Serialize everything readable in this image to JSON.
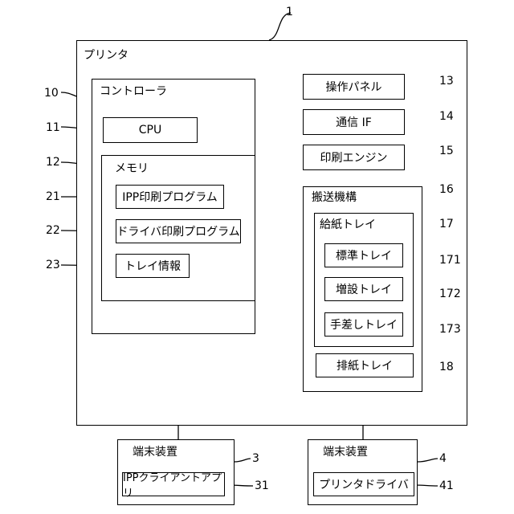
{
  "refs": {
    "printer": "1",
    "controller": "10",
    "cpu": "11",
    "memory": "12",
    "op_panel": "13",
    "comm_if": "14",
    "print_engine": "15",
    "transport": "16",
    "feed_tray": "17",
    "exit_tray": "18",
    "ipp_program": "21",
    "driver_program": "22",
    "tray_info": "23",
    "std_tray": "171",
    "ext_tray": "172",
    "manual_tray": "173",
    "terminal_a": "3",
    "terminal_b": "4",
    "ipp_client": "31",
    "printer_driver": "41"
  },
  "labels": {
    "printer": "プリンタ",
    "controller": "コントローラ",
    "cpu": "CPU",
    "memory": "メモリ",
    "ipp_program": "IPP印刷プログラム",
    "driver_program": "ドライバ印刷プログラム",
    "tray_info": "トレイ情報",
    "op_panel": "操作パネル",
    "comm_if": "通信 IF",
    "print_engine": "印刷エンジン",
    "transport": "搬送機構",
    "feed_tray": "給紙トレイ",
    "std_tray": "標準トレイ",
    "ext_tray": "増設トレイ",
    "manual_tray": "手差しトレイ",
    "exit_tray": "排紙トレイ",
    "terminal_a": "端末装置",
    "terminal_b": "端末装置",
    "ipp_client": "IPPクライアントアプリ",
    "printer_driver": "プリンタドライバ"
  }
}
